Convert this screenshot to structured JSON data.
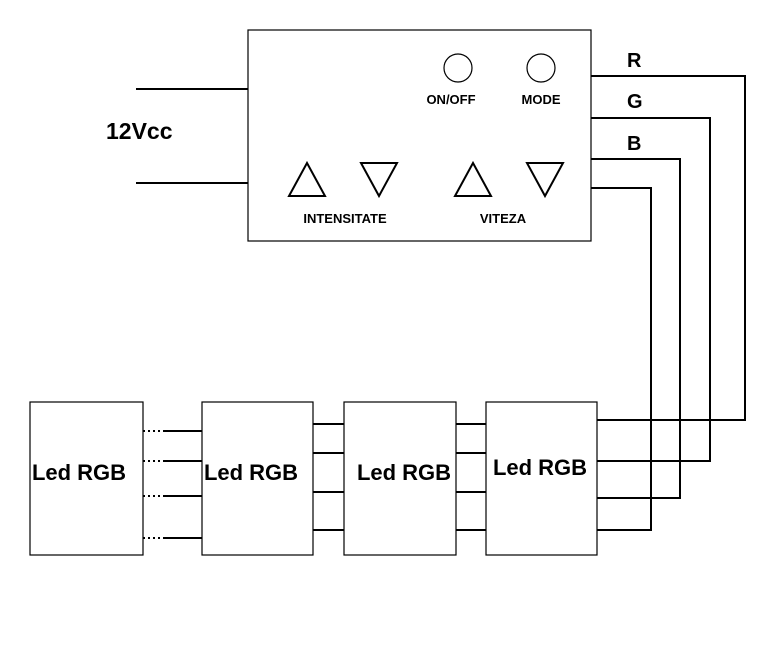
{
  "power": {
    "label": "12Vcc"
  },
  "controller": {
    "buttons": [
      {
        "id": "on-off",
        "label": "ON/OFF"
      },
      {
        "id": "mode",
        "label": "MODE"
      }
    ],
    "groups": [
      {
        "id": "intensitate",
        "label": "INTENSITATE"
      },
      {
        "id": "viteza",
        "label": "VITEZA"
      }
    ]
  },
  "outputs": [
    {
      "label": "R"
    },
    {
      "label": "G"
    },
    {
      "label": "B"
    }
  ],
  "leds": [
    {
      "label": "Led RGB"
    },
    {
      "label": "Led RGB"
    },
    {
      "label": "Led RGB"
    },
    {
      "label": "Led RGB"
    }
  ]
}
